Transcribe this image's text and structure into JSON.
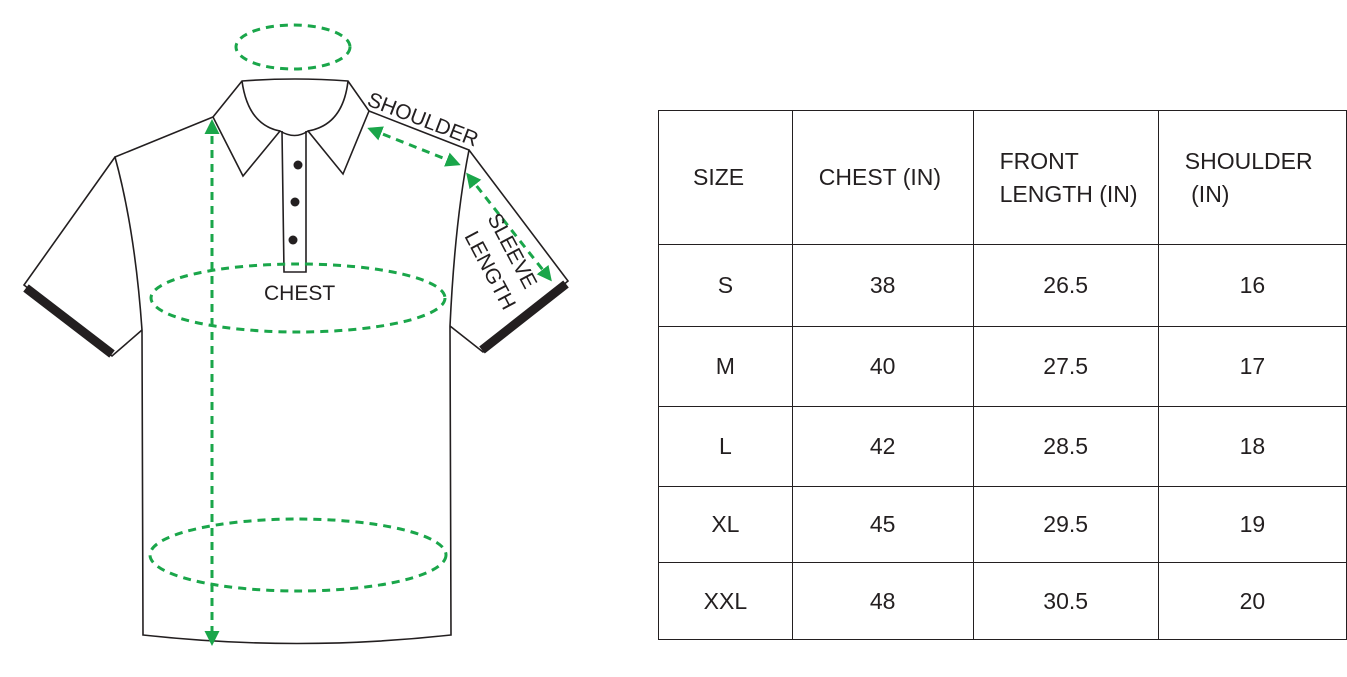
{
  "diagram": {
    "labels": {
      "shoulder": "SHOULDER",
      "sleeve": "SLEEVE",
      "length": "LENGTH",
      "chest": "CHEST"
    },
    "colors": {
      "measure": "#1aa64a",
      "outline": "#231f20",
      "cuff": "#231f20"
    }
  },
  "size_table": {
    "headers": [
      "SIZE",
      "CHEST (IN)",
      "FRONT LENGTH (IN)",
      "SHOULDER (IN)"
    ],
    "header_lines": [
      [
        "SIZE"
      ],
      [
        "CHEST (IN)"
      ],
      [
        "FRONT",
        "LENGTH (IN)"
      ],
      [
        "SHOULDER",
        " (IN)"
      ]
    ],
    "rows": [
      [
        "S",
        "38",
        "26.5",
        "16"
      ],
      [
        "M",
        "40",
        "27.5",
        "17"
      ],
      [
        "L",
        "42",
        "28.5",
        "18"
      ],
      [
        "XL",
        "45",
        "29.5",
        "19"
      ],
      [
        "XXL",
        "48",
        "30.5",
        "20"
      ]
    ]
  }
}
